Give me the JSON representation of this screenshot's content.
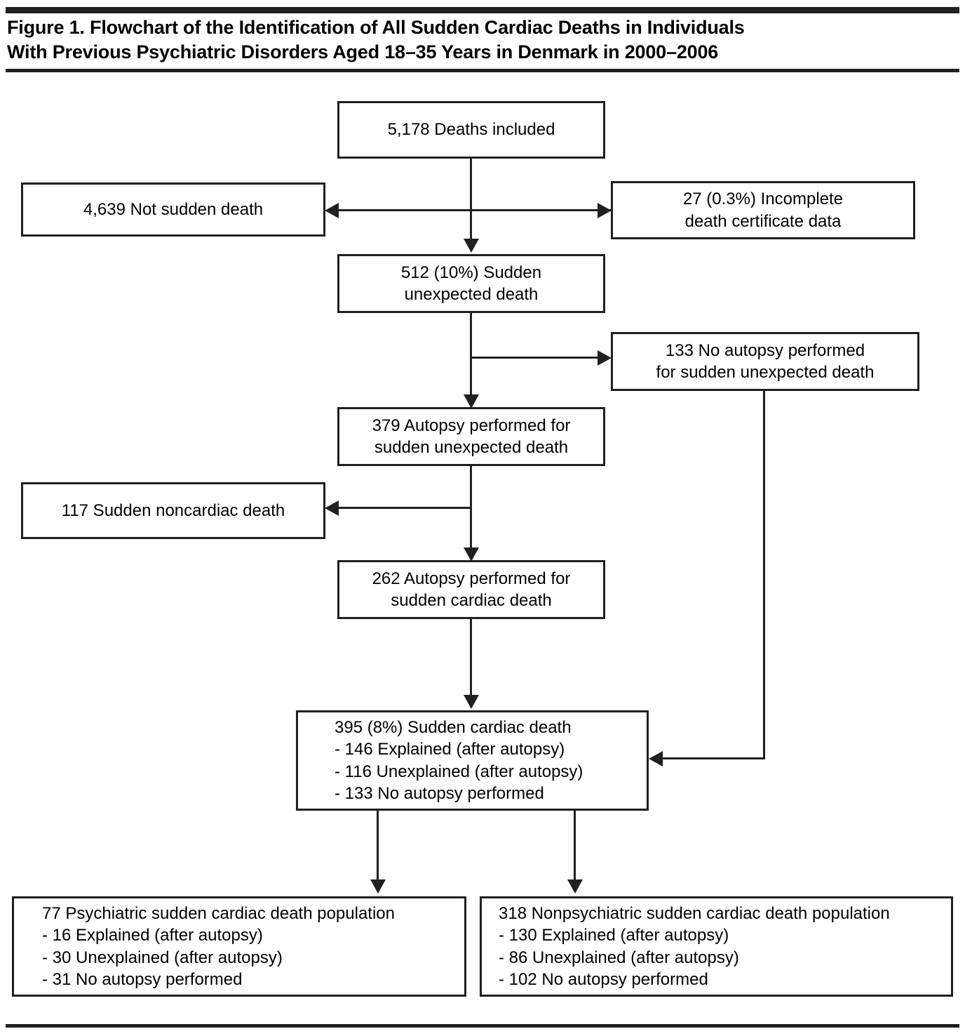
{
  "figure": {
    "title": "Figure 1. Flowchart of the Identification of All Sudden Cardiac Deaths in Individuals\nWith Previous Psychiatric Disorders Aged 18–35 Years in Denmark in 2000–2006",
    "accent_color": "#231f20"
  },
  "chart_data": {
    "type": "diagram",
    "diagram_type": "flowchart",
    "title": "Figure 1. Flowchart of the Identification of All Sudden Cardiac Deaths in Individuals With Previous Psychiatric Disorders Aged 18–35 Years in Denmark in 2000–2006",
    "nodes": [
      {
        "id": "deaths_included",
        "label": "5,178 Deaths included",
        "count": 5178
      },
      {
        "id": "not_sudden",
        "label": "4,639 Not sudden death",
        "count": 4639
      },
      {
        "id": "incomplete_cert",
        "label": "27 (0.3%) Incomplete\ndeath certificate data",
        "count": 27,
        "percent": "0.3%"
      },
      {
        "id": "sudden_unexpected",
        "label": "512 (10%) Sudden\nunexpected death",
        "count": 512,
        "percent": "10%"
      },
      {
        "id": "no_autopsy_sud",
        "label": "133 No autopsy performed\nfor sudden unexpected death",
        "count": 133
      },
      {
        "id": "autopsy_sud",
        "label": "379 Autopsy performed for\nsudden unexpected death",
        "count": 379
      },
      {
        "id": "noncardiac",
        "label": "117 Sudden noncardiac death",
        "count": 117
      },
      {
        "id": "autopsy_scd",
        "label": "262 Autopsy performed for\nsudden cardiac death",
        "count": 262
      },
      {
        "id": "scd_total",
        "label": "395 (8%) Sudden cardiac death\n- 146 Explained (after autopsy)\n- 116 Unexplained (after autopsy)\n- 133 No autopsy performed",
        "count": 395,
        "percent": "8%"
      },
      {
        "id": "psych_pop",
        "label": "77 Psychiatric sudden cardiac death population\n- 16 Explained (after autopsy)\n- 30 Unexplained (after autopsy)\n- 31 No autopsy performed",
        "count": 77
      },
      {
        "id": "nonpsych_pop",
        "label": "318 Nonpsychiatric sudden cardiac death population\n- 130 Explained (after autopsy)\n- 86 Unexplained (after autopsy)\n- 102 No autopsy performed",
        "count": 318
      }
    ],
    "edges": [
      {
        "from": "deaths_included",
        "to": "not_sudden"
      },
      {
        "from": "deaths_included",
        "to": "incomplete_cert"
      },
      {
        "from": "deaths_included",
        "to": "sudden_unexpected"
      },
      {
        "from": "sudden_unexpected",
        "to": "no_autopsy_sud"
      },
      {
        "from": "sudden_unexpected",
        "to": "autopsy_sud"
      },
      {
        "from": "autopsy_sud",
        "to": "noncardiac"
      },
      {
        "from": "autopsy_sud",
        "to": "autopsy_scd"
      },
      {
        "from": "autopsy_scd",
        "to": "scd_total"
      },
      {
        "from": "no_autopsy_sud",
        "to": "scd_total"
      },
      {
        "from": "scd_total",
        "to": "psych_pop"
      },
      {
        "from": "scd_total",
        "to": "nonpsych_pop"
      }
    ]
  },
  "boxes": {
    "deaths_included": {
      "text": "5,178 Deaths included"
    },
    "not_sudden": {
      "text": "4,639 Not sudden death"
    },
    "incomplete_cert": {
      "text": "27 (0.3%) Incomplete\ndeath certificate data"
    },
    "sudden_unexpected": {
      "text": "512 (10%) Sudden\nunexpected death"
    },
    "no_autopsy_sud": {
      "text": "133 No autopsy performed\nfor sudden unexpected death"
    },
    "autopsy_sud": {
      "text": "379 Autopsy performed for\nsudden unexpected death"
    },
    "noncardiac": {
      "text": "117 Sudden noncardiac death"
    },
    "autopsy_scd": {
      "text": "262 Autopsy performed for\nsudden cardiac death"
    },
    "scd_total": {
      "text": "395 (8%) Sudden cardiac death\n- 146 Explained (after autopsy)\n- 116 Unexplained (after autopsy)\n- 133 No autopsy performed"
    },
    "psych_pop": {
      "text": "77 Psychiatric sudden cardiac death population\n- 16 Explained (after autopsy)\n- 30 Unexplained (after autopsy)\n- 31 No autopsy performed"
    },
    "nonpsych_pop": {
      "text": "318 Nonpsychiatric sudden cardiac death population\n- 130 Explained (after autopsy)\n- 86 Unexplained (after autopsy)\n- 102 No autopsy performed"
    }
  }
}
